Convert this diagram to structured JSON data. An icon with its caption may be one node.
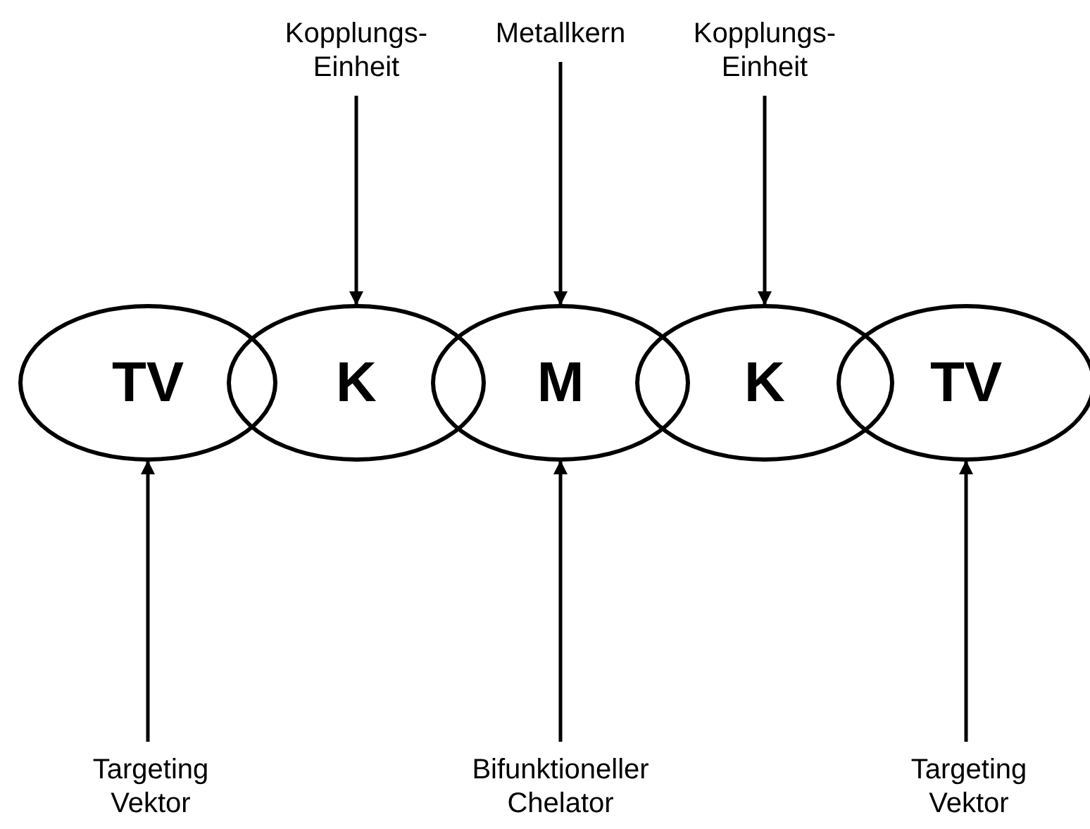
{
  "diagram": {
    "nodes": [
      {
        "text": [
          "Kopplungs- Einheit"
        ]
      },
      {
        "text": [
          "Metallkern"
        ]
      },
      {
        "text": [
          "Kopplungs- Einheit"
        ]
      },
      {
        "text": [
          "TV"
        ]
      },
      {
        "text": [
          "K"
        ]
      },
      {
        "text": [
          "M"
        ]
      },
      {
        "text": [
          "K"
        ]
      },
      {
        "text": [
          "TV"
        ]
      },
      {
        "text": [
          "Targeting Vektor"
        ]
      },
      {
        "text": [
          "Bifunktioneller Chelator"
        ]
      },
      {
        "text": [
          "Targeting Vektor"
        ]
      }
    ],
    "edges": [
      {
        "from": 0,
        "to": 4,
        "arrow": "to"
      },
      {
        "from": 1,
        "to": 5,
        "arrow": "to"
      },
      {
        "from": 2,
        "to": 6,
        "arrow": "to"
      },
      {
        "from": 8,
        "to": 3,
        "arrow": "to"
      },
      {
        "from": 9,
        "to": 5,
        "arrow": "to"
      },
      {
        "from": 10,
        "to": 7,
        "arrow": "to"
      }
    ]
  }
}
